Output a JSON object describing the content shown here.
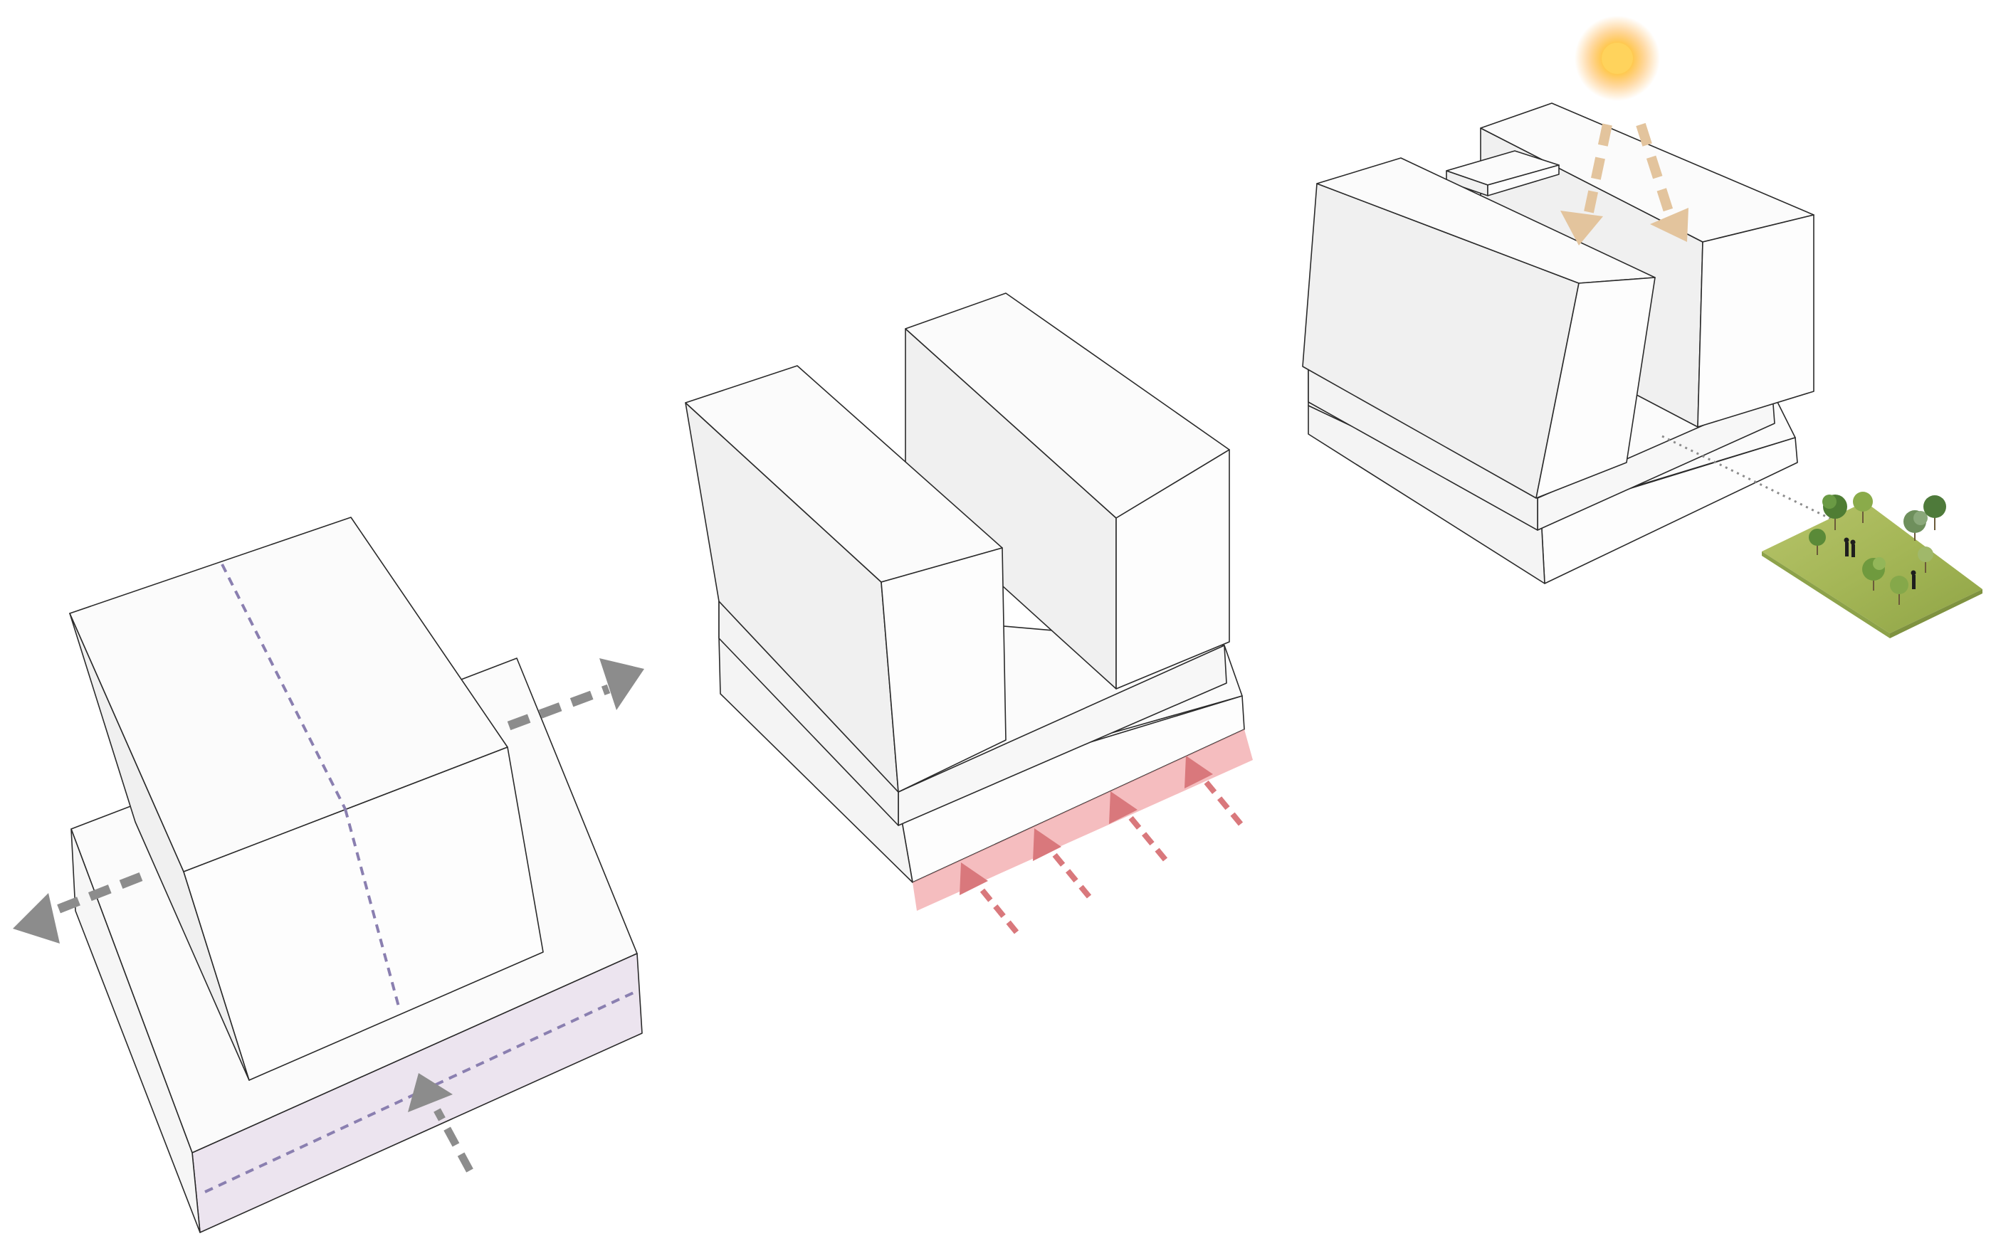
{
  "diagram": {
    "panels": [
      {
        "id": "stage-1",
        "title": ""
      },
      {
        "id": "stage-2",
        "title": ""
      },
      {
        "id": "stage-3",
        "title": ""
      }
    ],
    "colors": {
      "face_light": "#fbfbfb",
      "face_mid": "#f2f2f2",
      "face_dark": "#ebebeb",
      "edge": "#2a2a2a",
      "axis_dash": "#8a7fb0",
      "plinth_tint": "#ece4ef",
      "view_arrow": "#8c8c8c",
      "street_band": "#f2a7aa",
      "street_arrow": "#d9787c",
      "sun_arrow": "#e3c49d",
      "sun_core": "#ffcc55",
      "sun_glow": "#ffb347",
      "grass": "#a6b85a"
    },
    "icons": [
      "sun-icon",
      "park-icon",
      "tree-icon",
      "person-icon"
    ]
  }
}
